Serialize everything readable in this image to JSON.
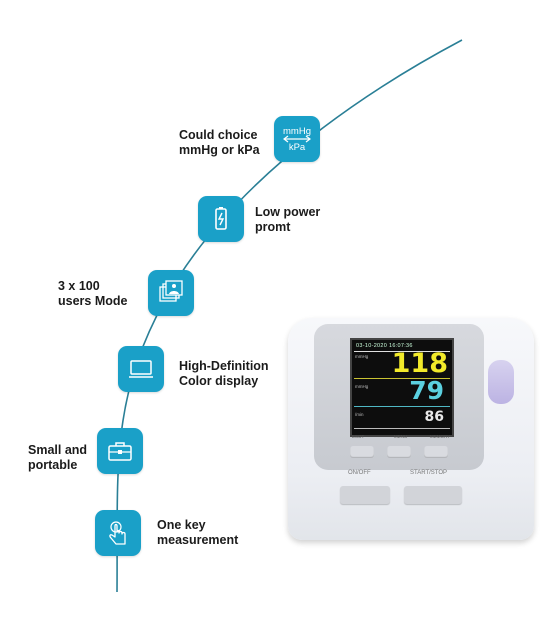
{
  "features": [
    {
      "icon": "unit-switch-icon",
      "label": "Could choice\nmmHg or kPa",
      "unit_top": "mmHg",
      "unit_bottom": "kPa"
    },
    {
      "icon": "battery-icon",
      "label": "Low power\npromt"
    },
    {
      "icon": "users-icon",
      "label": "3 x 100\nusers Mode"
    },
    {
      "icon": "monitor-icon",
      "label": "High-Definition\nColor display"
    },
    {
      "icon": "briefcase-icon",
      "label": "Small and\nportable"
    },
    {
      "icon": "hand-press-icon",
      "label": "One key\nmeasurement"
    }
  ],
  "device": {
    "screen": {
      "date": "03-10-2020  16:07:36",
      "sys": "118",
      "dia": "79",
      "pulse": "86",
      "sys_label": "mmHg",
      "dia_label": "mmHg",
      "pulse_label": "/min",
      "soft_labels": [
        "ESOT",
        "MENU",
        "MEMORY"
      ]
    },
    "btn_on_off": "ON/OFF",
    "btn_start_stop": "START/STOP"
  },
  "colors": {
    "accent": "#1aa0c8",
    "curve": "#2a7f96"
  }
}
